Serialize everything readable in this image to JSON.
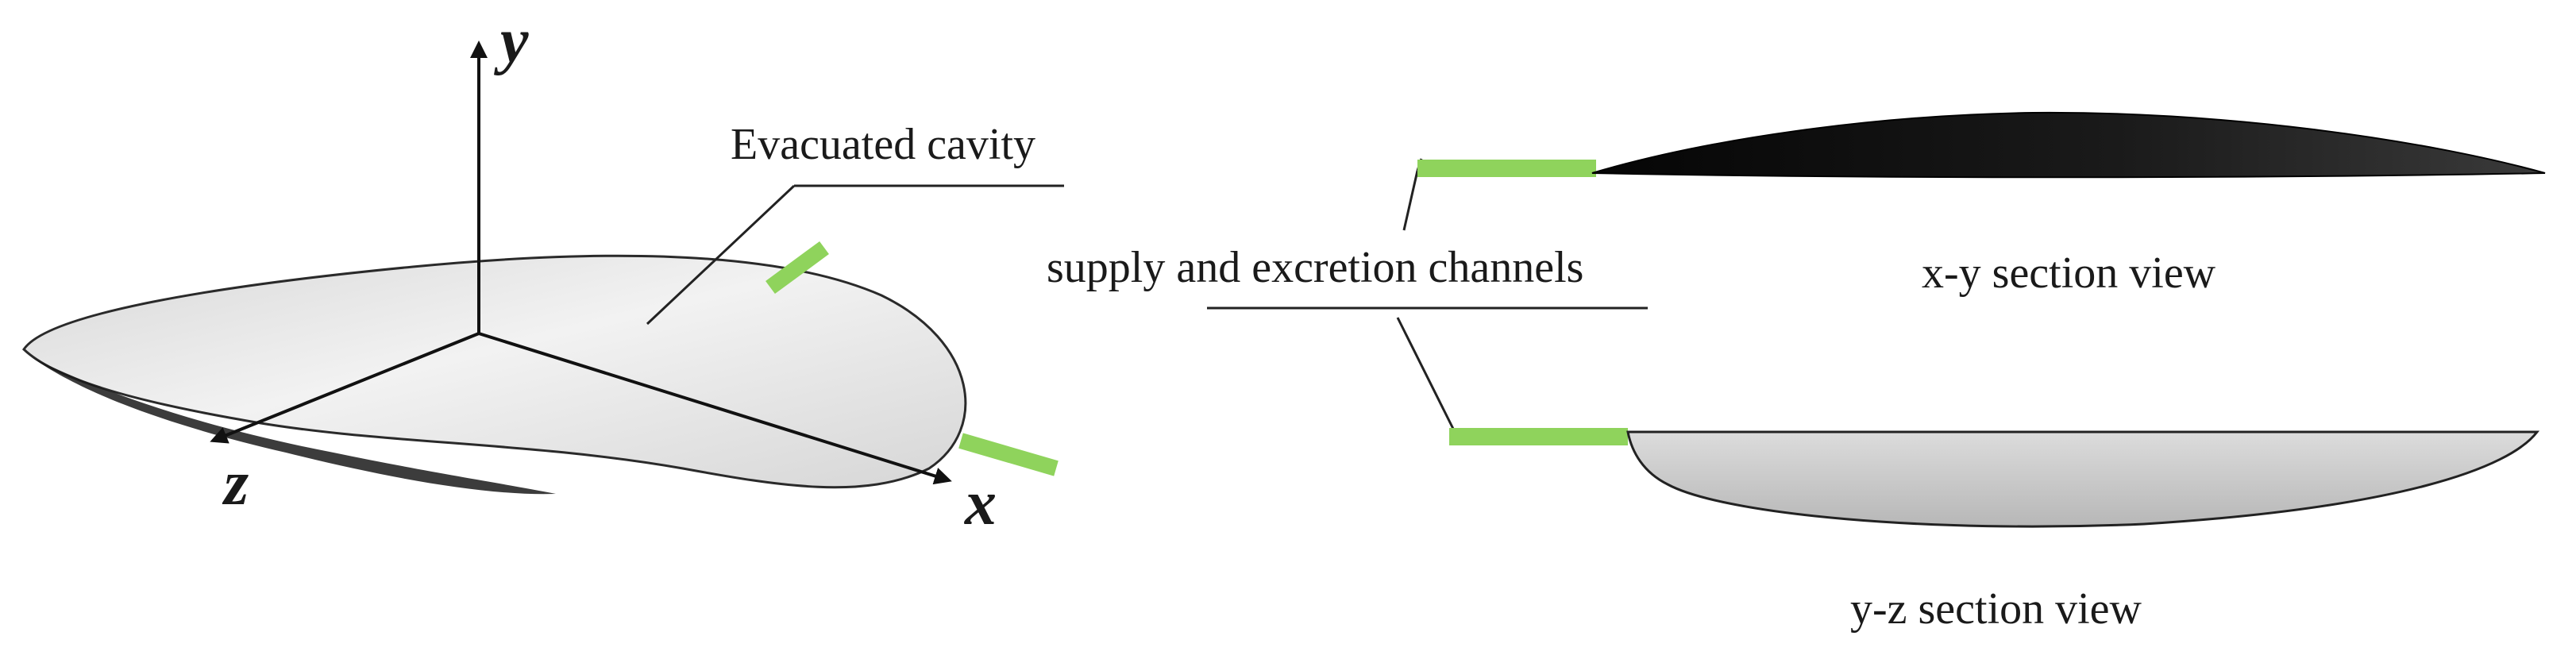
{
  "labels": {
    "evacuated_cavity": "Evacuated cavity",
    "channels": "supply  and excretion channels",
    "xy_view": "x-y  section view",
    "yz_view": "y-z section view"
  },
  "axes": {
    "x": "x",
    "y": "y",
    "z": "z"
  },
  "colors": {
    "channel": "#8fd35c",
    "outline": "#2a2a2a",
    "surface_light": "#f3f3f3",
    "surface_mid": "#c9c9c9",
    "dark_section": "#111111"
  }
}
